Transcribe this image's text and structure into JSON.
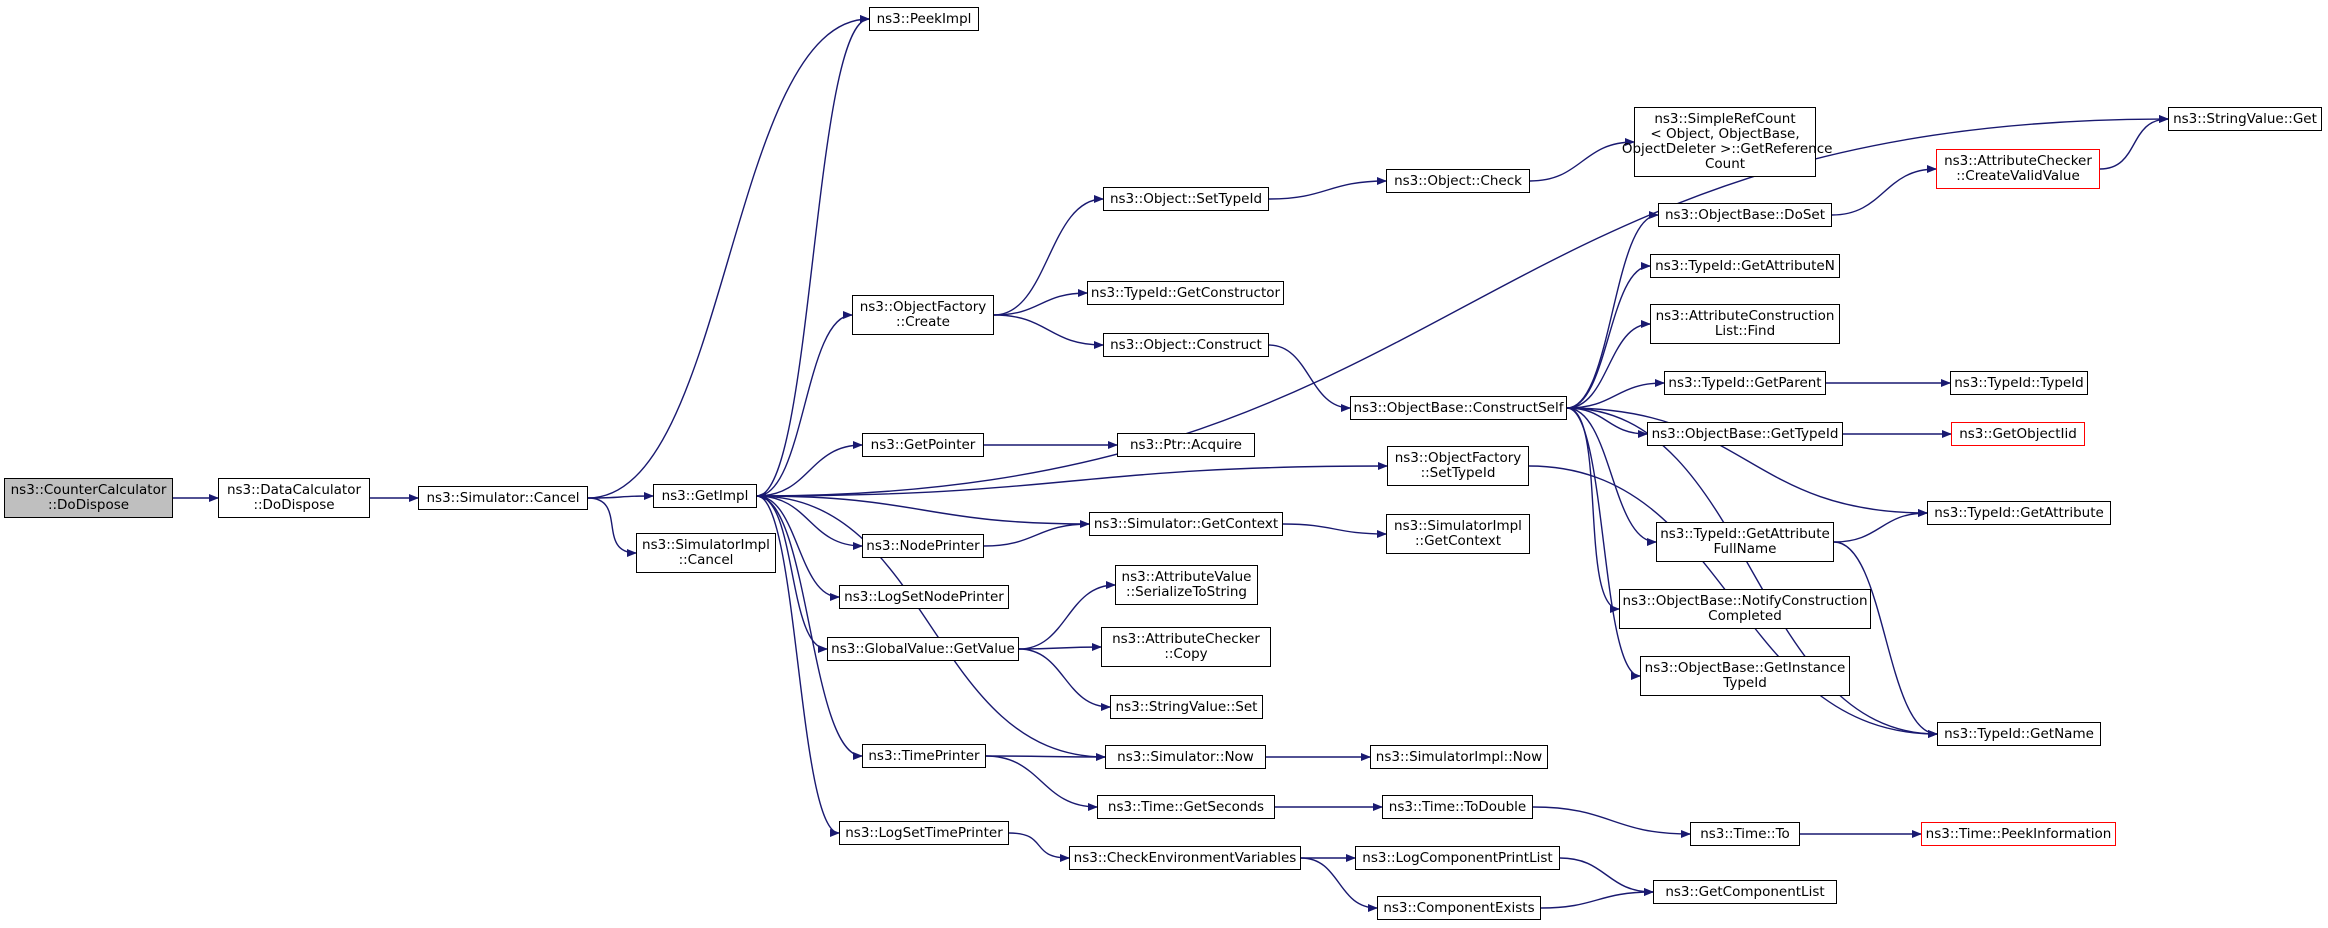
{
  "colors": {
    "edge": "#191970",
    "border": "#000000",
    "truncated_border": "#ff0000",
    "root_fill": "#bfbfbf"
  },
  "nodes": {
    "n_counter_dispose": "ns3::CounterCalculator\n::DoDispose",
    "n_data_dispose": "ns3::DataCalculator\n::DoDispose",
    "n_sim_cancel": "ns3::Simulator::Cancel",
    "n_getimpl": "ns3::GetImpl",
    "n_simimpl_cancel": "ns3::SimulatorImpl\n::Cancel",
    "n_peekimpl": "ns3::PeekImpl",
    "n_objfactory_create": "ns3::ObjectFactory\n::Create",
    "n_getpointer": "ns3::GetPointer",
    "n_nodeprinter": "ns3::NodePrinter",
    "n_logsetnodeprinter": "ns3::LogSetNodePrinter",
    "n_globalvalue_getvalue": "ns3::GlobalValue::GetValue",
    "n_timeprinter": "ns3::TimePrinter",
    "n_logsettimeprinter": "ns3::LogSetTimePrinter",
    "n_object_settypeid": "ns3::Object::SetTypeId",
    "n_typeid_getconstructor": "ns3::TypeId::GetConstructor",
    "n_object_construct": "ns3::Object::Construct",
    "n_ptr_acquire": "ns3::Ptr::Acquire",
    "n_sim_getcontext": "ns3::Simulator::GetContext",
    "n_attrvalue_serialize": "ns3::AttributeValue\n::SerializeToString",
    "n_attrchecker_copy": "ns3::AttributeChecker\n::Copy",
    "n_stringvalue_set": "ns3::StringValue::Set",
    "n_sim_now": "ns3::Simulator::Now",
    "n_time_getseconds": "ns3::Time::GetSeconds",
    "n_checkenv": "ns3::CheckEnvironmentVariables",
    "n_object_check": "ns3::Object::Check",
    "n_objbase_constructself": "ns3::ObjectBase::ConstructSelf",
    "n_objfactory_settypeid": "ns3::ObjectFactory\n::SetTypeId",
    "n_simimpl_getcontext": "ns3::SimulatorImpl\n::GetContext",
    "n_simimpl_now": "ns3::SimulatorImpl::Now",
    "n_time_todouble": "ns3::Time::ToDouble",
    "n_logcomponentprintlist": "ns3::LogComponentPrintList",
    "n_componentexists": "ns3::ComponentExists",
    "n_simplerefcount": "ns3::SimpleRefCount\n< Object, ObjectBase,\n ObjectDeleter >::GetReference\nCount",
    "n_objbase_doset": "ns3::ObjectBase::DoSet",
    "n_typeid_getattributen": "ns3::TypeId::GetAttributeN",
    "n_attrconstructionlist_find": "ns3::AttributeConstruction\nList::Find",
    "n_typeid_getparent": "ns3::TypeId::GetParent",
    "n_objbase_gettypeid": "ns3::ObjectBase::GetTypeId",
    "n_typeid_getattributefullname": "ns3::TypeId::GetAttribute\nFullName",
    "n_objbase_notify": "ns3::ObjectBase::NotifyConstruction\nCompleted",
    "n_objbase_getinstancetypeid": "ns3::ObjectBase::GetInstance\nTypeId",
    "n_time_to": "ns3::Time::To",
    "n_getcomponentlist": "ns3::GetComponentList",
    "n_stringvalue_get": "ns3::StringValue::Get",
    "n_attrchecker_createvalid": "ns3::AttributeChecker\n::CreateValidValue",
    "n_typeid_typeid": "ns3::TypeId::TypeId",
    "n_getobjectiid": "ns3::GetObjectIid",
    "n_typeid_getattribute": "ns3::TypeId::GetAttribute",
    "n_typeid_getname": "ns3::TypeId::GetName",
    "n_time_peekinformation": "ns3::Time::PeekInformation"
  },
  "edges": [
    [
      "n_counter_dispose",
      "n_data_dispose"
    ],
    [
      "n_data_dispose",
      "n_sim_cancel"
    ],
    [
      "n_sim_cancel",
      "n_getimpl"
    ],
    [
      "n_sim_cancel",
      "n_simimpl_cancel"
    ],
    [
      "n_sim_cancel",
      "n_peekimpl"
    ],
    [
      "n_getimpl",
      "n_peekimpl"
    ],
    [
      "n_getimpl",
      "n_objfactory_create"
    ],
    [
      "n_getimpl",
      "n_getpointer"
    ],
    [
      "n_getimpl",
      "n_nodeprinter"
    ],
    [
      "n_getimpl",
      "n_logsetnodeprinter"
    ],
    [
      "n_getimpl",
      "n_globalvalue_getvalue"
    ],
    [
      "n_getimpl",
      "n_timeprinter"
    ],
    [
      "n_getimpl",
      "n_logsettimeprinter"
    ],
    [
      "n_getimpl",
      "n_objfactory_settypeid"
    ],
    [
      "n_getimpl",
      "n_stringvalue_get"
    ],
    [
      "n_objfactory_create",
      "n_object_settypeid"
    ],
    [
      "n_objfactory_create",
      "n_typeid_getconstructor"
    ],
    [
      "n_objfactory_create",
      "n_object_construct"
    ],
    [
      "n_object_settypeid",
      "n_object_check"
    ],
    [
      "n_object_check",
      "n_simplerefcount"
    ],
    [
      "n_object_construct",
      "n_objbase_constructself"
    ],
    [
      "n_getpointer",
      "n_ptr_acquire"
    ],
    [
      "n_nodeprinter",
      "n_sim_getcontext"
    ],
    [
      "n_sim_getcontext",
      "n_getimpl"
    ],
    [
      "n_sim_getcontext",
      "n_simimpl_getcontext"
    ],
    [
      "n_globalvalue_getvalue",
      "n_attrvalue_serialize"
    ],
    [
      "n_globalvalue_getvalue",
      "n_attrchecker_copy"
    ],
    [
      "n_globalvalue_getvalue",
      "n_stringvalue_set"
    ],
    [
      "n_timeprinter",
      "n_sim_now"
    ],
    [
      "n_timeprinter",
      "n_time_getseconds"
    ],
    [
      "n_sim_now",
      "n_getimpl"
    ],
    [
      "n_sim_now",
      "n_simimpl_now"
    ],
    [
      "n_time_getseconds",
      "n_time_todouble"
    ],
    [
      "n_time_todouble",
      "n_time_to"
    ],
    [
      "n_time_to",
      "n_time_peekinformation"
    ],
    [
      "n_logsettimeprinter",
      "n_checkenv"
    ],
    [
      "n_checkenv",
      "n_logcomponentprintlist"
    ],
    [
      "n_checkenv",
      "n_componentexists"
    ],
    [
      "n_logcomponentprintlist",
      "n_getcomponentlist"
    ],
    [
      "n_componentexists",
      "n_getcomponentlist"
    ],
    [
      "n_objbase_constructself",
      "n_objbase_doset"
    ],
    [
      "n_objbase_constructself",
      "n_typeid_getattributen"
    ],
    [
      "n_objbase_constructself",
      "n_attrconstructionlist_find"
    ],
    [
      "n_objbase_constructself",
      "n_typeid_getparent"
    ],
    [
      "n_objbase_constructself",
      "n_objbase_gettypeid"
    ],
    [
      "n_objbase_constructself",
      "n_typeid_getattribute"
    ],
    [
      "n_objbase_constructself",
      "n_typeid_getattributefullname"
    ],
    [
      "n_objbase_constructself",
      "n_objbase_notify"
    ],
    [
      "n_objbase_constructself",
      "n_objbase_getinstancetypeid"
    ],
    [
      "n_objbase_constructself",
      "n_typeid_getname"
    ],
    [
      "n_objbase_doset",
      "n_attrchecker_createvalid"
    ],
    [
      "n_attrchecker_createvalid",
      "n_stringvalue_get"
    ],
    [
      "n_typeid_getparent",
      "n_typeid_typeid"
    ],
    [
      "n_objbase_gettypeid",
      "n_getobjectiid"
    ],
    [
      "n_typeid_getattributefullname",
      "n_typeid_getattribute"
    ],
    [
      "n_typeid_getattributefullname",
      "n_typeid_getname"
    ],
    [
      "n_objfactory_settypeid",
      "n_typeid_getname"
    ]
  ]
}
